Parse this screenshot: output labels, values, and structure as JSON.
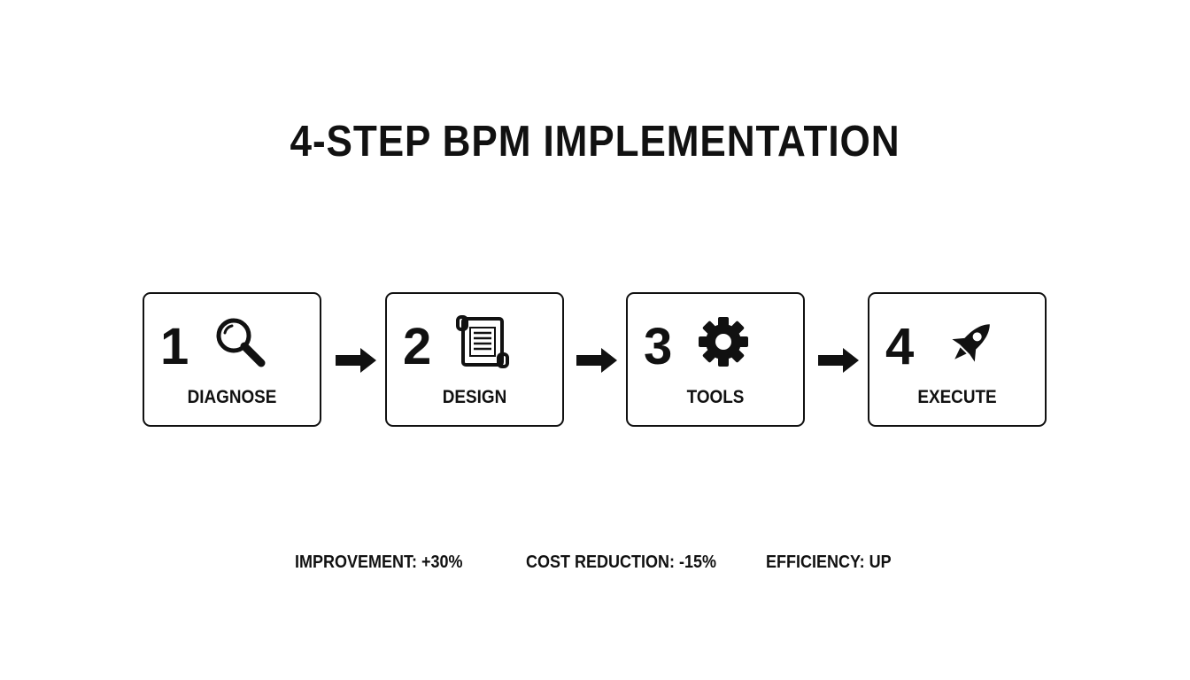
{
  "title": "4-STEP BPM IMPLEMENTATION",
  "steps": [
    {
      "number": "1",
      "label": "DIAGNOSE",
      "icon": "magnifying-glass-icon"
    },
    {
      "number": "2",
      "label": "DESIGN",
      "icon": "scroll-document-icon"
    },
    {
      "number": "3",
      "label": "TOOLS",
      "icon": "gear-icon"
    },
    {
      "number": "4",
      "label": "EXECUTE",
      "icon": "rocket-icon"
    }
  ],
  "connector_icon": "arrow-right-icon",
  "metrics": [
    "IMPROVEMENT: +30%",
    "COST REDUCTION: -15%",
    "EFFICIENCY: UP"
  ],
  "colors": {
    "ink": "#111111",
    "background": "#ffffff"
  }
}
